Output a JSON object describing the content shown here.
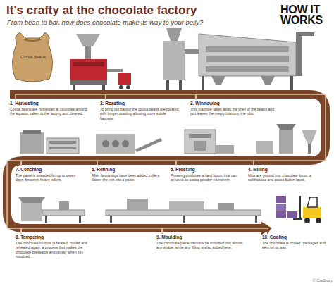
{
  "diagram": {
    "title": "It's crafty at the chocolate factory",
    "nodes": [
      {
        "text": [
          "1. Harvesting",
          "Cocoa beans are harvested at countries around the equator, taken to the factory and cleaned."
        ]
      },
      {
        "text": [
          "2. Roasting",
          "To bring out flavour the cocoa beans are roasted, with longer roasting allowing more subtle flavours."
        ]
      },
      {
        "text": [
          "3. Winnowing",
          "This machine takes away the shell of the beans and just leaves the meaty interiors, the nibs."
        ]
      },
      {
        "text": [
          "4. Milling",
          "Nibs are ground into chocolate liquor, a solid cocoa and cocoa butter liquid."
        ]
      },
      {
        "text": [
          "5. Pressing",
          "Pressing produces a hard liquor, that can be used as cocoa powder elsewhere."
        ]
      },
      {
        "text": [
          "6. Refining",
          "After flavourings have been added, rollers flatten the mix into a paste."
        ]
      },
      {
        "text": [
          "7. Conching",
          "The paste is kneaded for up to seven days, between heavy rollers."
        ]
      },
      {
        "text": [
          "8. Tempering",
          "The chocolate mixture is heated, cooled and reheated again, a process that makes the chocolate breakable and glossy when it is moulded."
        ]
      },
      {
        "text": [
          "9. Moulding",
          "The chocolate paste can now be moulded into almost any shape, while any filling is also added here."
        ]
      },
      {
        "text": [
          "10. Cooling",
          "The chocolate is cooled, packaged and sent on its way."
        ]
      }
    ],
    "edges": [
      {
        "from": 0,
        "to": 1,
        "arrow": "none"
      },
      {
        "from": 1,
        "to": 2,
        "arrow": "none"
      },
      {
        "from": 2,
        "to": 3,
        "arrow": "none"
      },
      {
        "from": 3,
        "to": 4,
        "arrow": "none"
      },
      {
        "from": 4,
        "to": 5,
        "arrow": "none"
      },
      {
        "from": 5,
        "to": 6,
        "arrow": "none"
      },
      {
        "from": 6,
        "to": 7,
        "arrow": "none"
      },
      {
        "from": 7,
        "to": 8,
        "arrow": "none"
      },
      {
        "from": 8,
        "to": 9,
        "arrow": "to"
      }
    ],
    "labels": [
      "From bean to bar, how does chocolate make its way to your belly?",
      "HOW IT WORKS",
      "Cocoa Beans",
      "© Cadbury"
    ]
  }
}
